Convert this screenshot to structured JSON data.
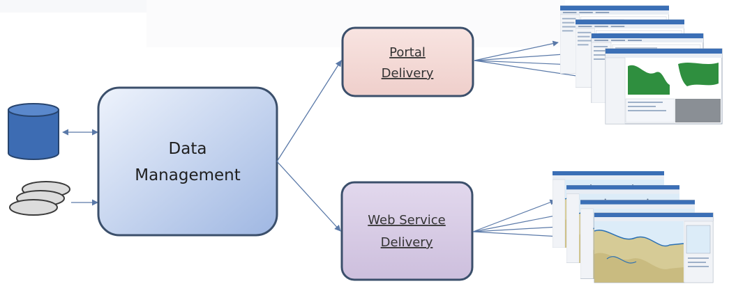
{
  "diagram": {
    "type": "architecture-flow",
    "data_management": {
      "line1": "Data",
      "line2": "Management"
    },
    "portal_delivery": {
      "line1": "Portal",
      "line2": "Delivery"
    },
    "web_service_delivery": {
      "line1": "Web Service",
      "line2": "Delivery"
    },
    "sources": [
      {
        "name": "database-icon"
      },
      {
        "name": "files-stack-icon"
      }
    ],
    "outputs": {
      "portal_screens": 4,
      "web_service_screens": 4
    }
  },
  "colors": {
    "data_management_fill_top": "#e6eefb",
    "data_management_fill_bottom": "#a9bfe6",
    "box_border": "#3b4f6b",
    "portal_fill": "#f4d9d6",
    "web_service_fill": "#d8cce5",
    "database_fill": "#3c6ab0",
    "arrow": "#5a79a8",
    "map_green": "#2f8f3f",
    "map_land": "#d9cfa0",
    "map_water": "#cfe3f5"
  }
}
